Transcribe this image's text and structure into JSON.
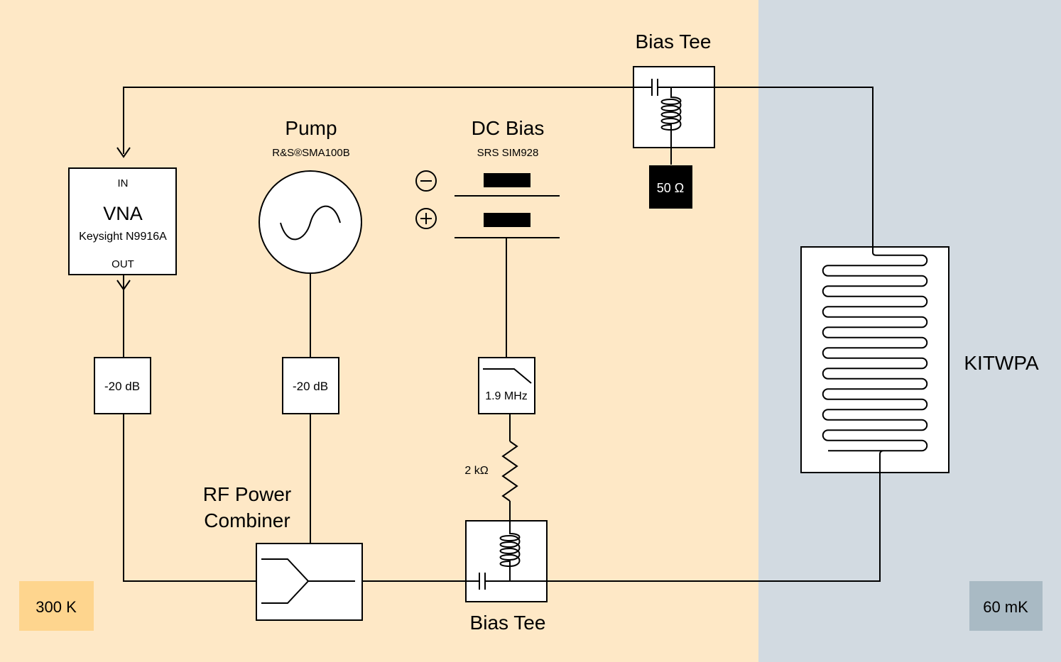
{
  "zones": {
    "warm": {
      "label": "300 K",
      "color": "#fee8c6",
      "badge_color": "#fed58e"
    },
    "cold": {
      "label": "60 mK",
      "color": "#d2dae1",
      "badge_color": "#a9bac4"
    }
  },
  "vna": {
    "in_label": "IN",
    "title": "VNA",
    "model": "Keysight N9916A",
    "out_label": "OUT"
  },
  "pump": {
    "title": "Pump",
    "model": "R&S®SMA100B"
  },
  "dc_bias": {
    "title": "DC Bias",
    "model": "SRS SIM928"
  },
  "attenuators": [
    {
      "label": "-20 dB"
    },
    {
      "label": "-20 dB"
    }
  ],
  "lowpass_filter": {
    "label": "1.9 MHz"
  },
  "resistor": {
    "label": "2 kΩ"
  },
  "combiner": {
    "label_line1": "RF Power",
    "label_line2": "Combiner"
  },
  "bias_tee_bottom": {
    "label": "Bias Tee"
  },
  "bias_tee_top": {
    "label": "Bias Tee"
  },
  "termination": {
    "label": "50 Ω"
  },
  "kitwpa": {
    "label": "KITWPA"
  }
}
